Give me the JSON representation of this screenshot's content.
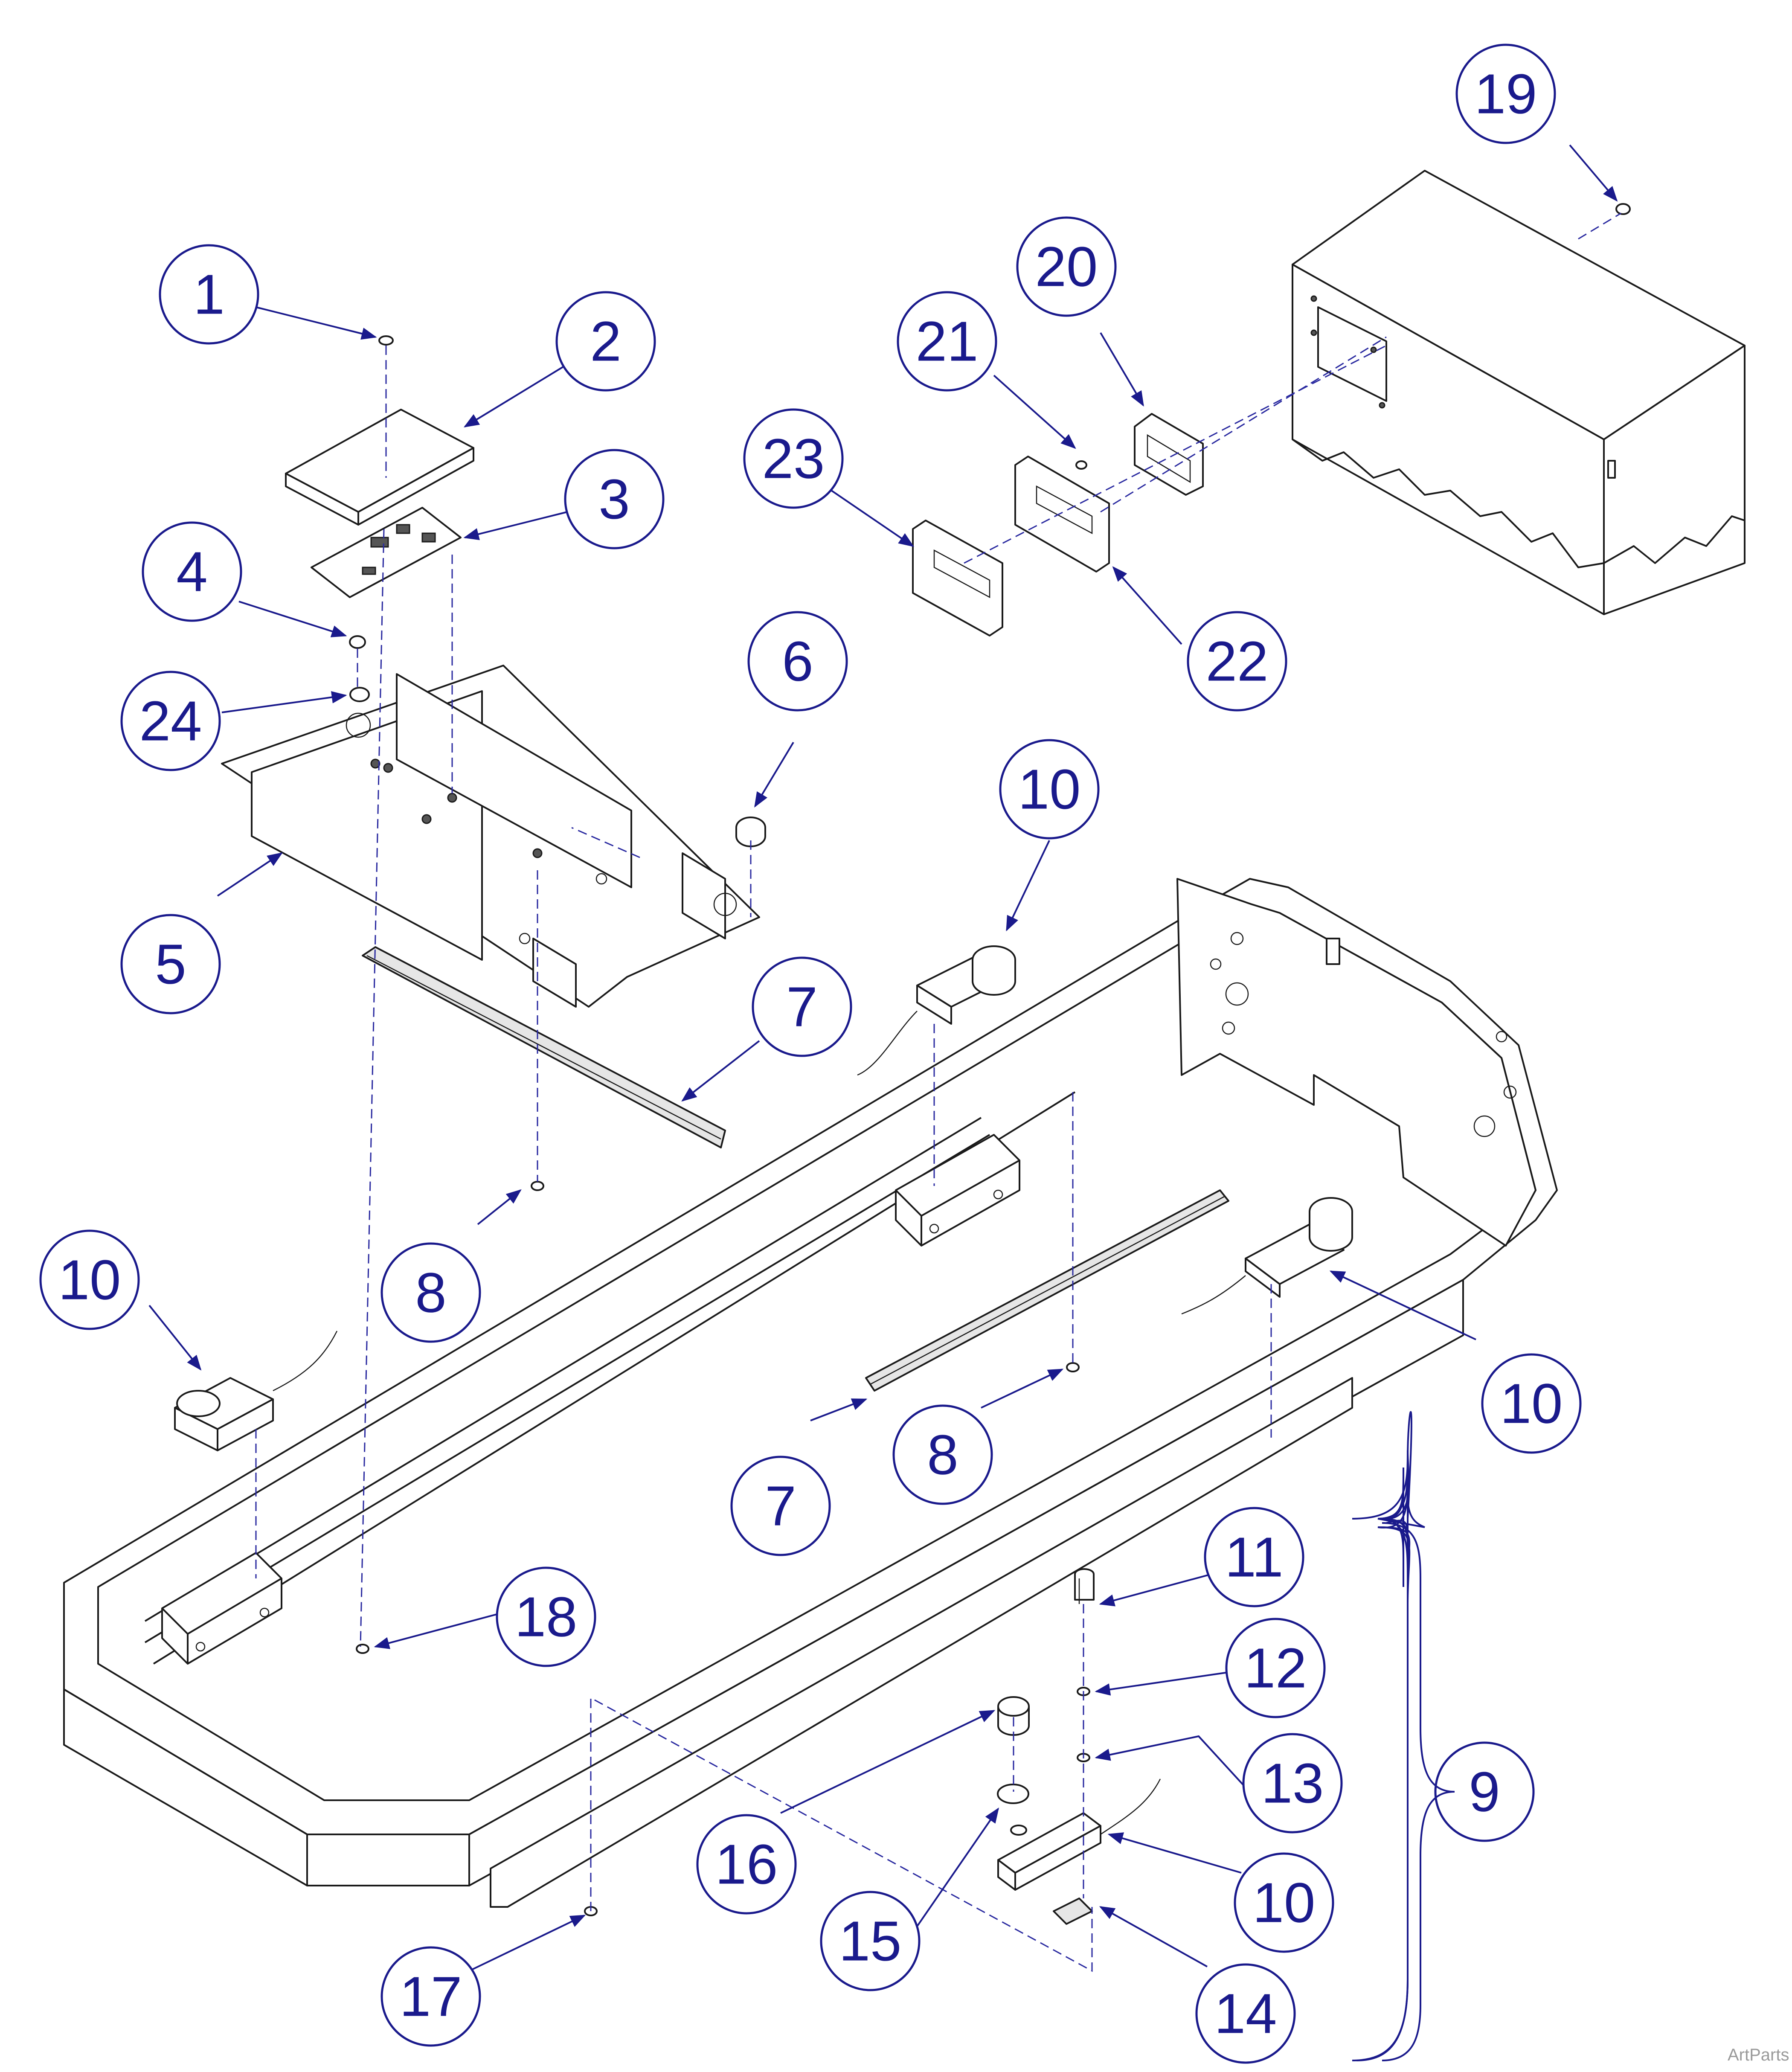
{
  "callouts": [
    "1",
    "2",
    "3",
    "4",
    "24",
    "5",
    "6",
    "7",
    "8",
    "10",
    "19",
    "20",
    "21",
    "22",
    "23",
    "11",
    "12",
    "13",
    "14",
    "15",
    "16",
    "17",
    "18",
    "9"
  ],
  "credit": "ArtParts",
  "colors": {
    "callout": "#1a1a8c",
    "line": "#1a1a1a",
    "background": "#ffffff"
  }
}
